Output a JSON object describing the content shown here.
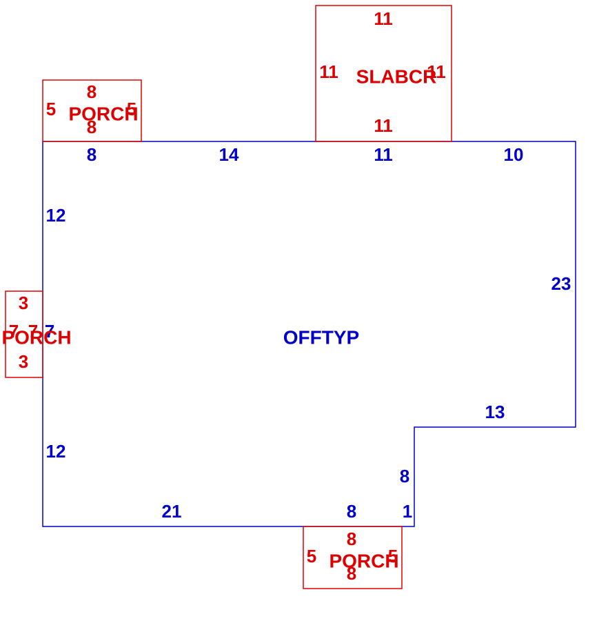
{
  "colors": {
    "main": "#0000c8",
    "addition": "#dd0000",
    "background": "#ffffff"
  },
  "main_area": {
    "label": "OFFTYP",
    "dims": {
      "top_1": "8",
      "top_2": "14",
      "top_3": "11",
      "top_4": "10",
      "right": "23",
      "step_top": "13",
      "step_side": "8",
      "bottom_1": "21",
      "bottom_2": "8",
      "bottom_3": "1",
      "left_upper": "12",
      "left_lower": "12",
      "left_mid": "7"
    }
  },
  "porch_top_left": {
    "label": "PORCH",
    "dims": {
      "top": "8",
      "bottom": "8",
      "left": "5",
      "right": "5"
    }
  },
  "slab_cover": {
    "label": "SLABCR",
    "dims": {
      "top": "11",
      "bottom": "11",
      "left": "11",
      "right": "11"
    }
  },
  "porch_left": {
    "label": "PORCH",
    "dims": {
      "top": "3",
      "bottom": "3",
      "left": "7",
      "right": "7"
    }
  },
  "porch_bottom": {
    "label": "PORCH",
    "dims": {
      "top": "8",
      "bottom": "8",
      "left": "5",
      "right": "5"
    }
  }
}
